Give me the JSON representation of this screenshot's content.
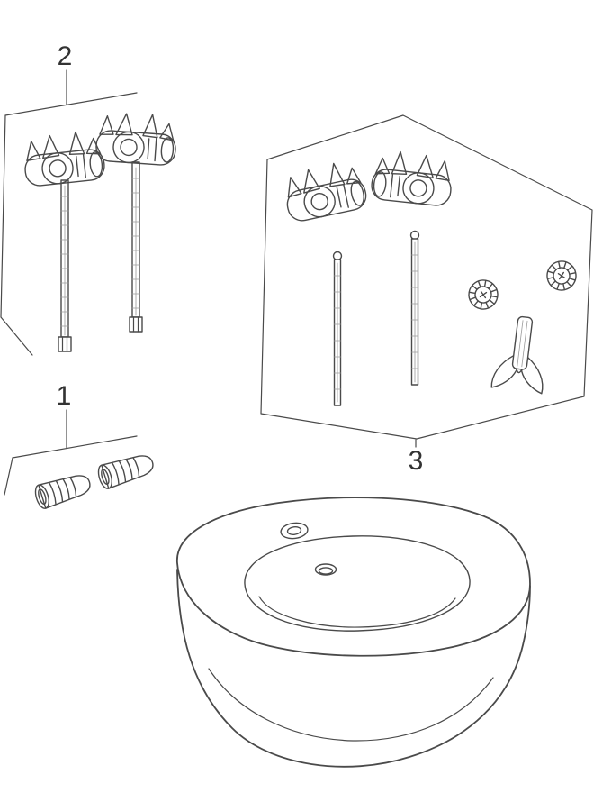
{
  "diagram_labels": {
    "group1": "1",
    "group2": "2",
    "group3": "3"
  },
  "colors": {
    "line": "#4a4a4a",
    "label": "#333333",
    "background": "#ffffff"
  }
}
